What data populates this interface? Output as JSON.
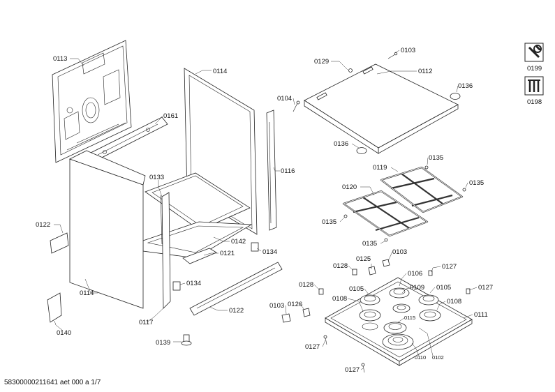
{
  "diagram": {
    "footer": "58300000211641 aet 000 a 1/7",
    "labels": {
      "p0113": "0113",
      "p0114a": "0114",
      "p0161": "0161",
      "p0104": "0104",
      "p0129": "0129",
      "p0103a": "0103",
      "p0112": "0112",
      "p0136a": "0136",
      "p0136b": "0136",
      "p0199": "0199",
      "p0198": "0198",
      "p0116": "0116",
      "p0133": "0133",
      "p0119": "0119",
      "p0135a": "0135",
      "p0120": "0120",
      "p0135b": "0135",
      "p0135c": "0135",
      "p0122a": "0122",
      "p0142": "0142",
      "p0135d": "0135",
      "p0134a": "0134",
      "p0121": "0121",
      "p0128a": "0128",
      "p0125": "0125",
      "p0103b": "0103",
      "p0106": "0106",
      "p0127a": "0127",
      "p0114b": "0114",
      "p0134b": "0134",
      "p0128b": "0128",
      "p0105a": "0105",
      "p0109": "0109",
      "p0105b": "0105",
      "p0127b": "0127",
      "p0108a": "0108",
      "p0108b": "0108",
      "p0103c": "0103",
      "p0126": "0126",
      "p0122b": "0122",
      "p0115": "0115",
      "p0111": "0111",
      "p0140": "0140",
      "p0117": "0117",
      "p0139": "0139",
      "p0127c": "0127",
      "p0110": "0110",
      "p0102": "0102",
      "p0127d": "0127"
    }
  }
}
